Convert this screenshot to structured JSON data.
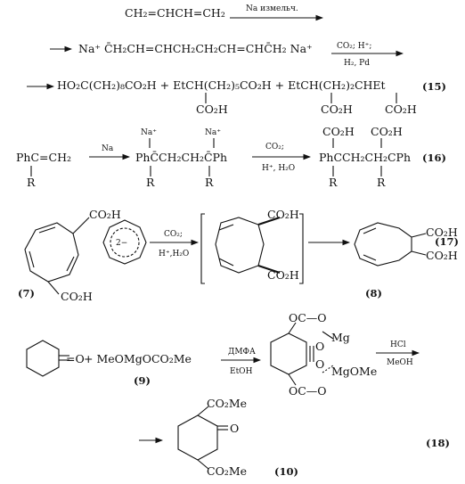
{
  "reaction14": {
    "butadiene": "CH₂=CHCH=CH₂",
    "cond": "Na измельч.",
    "dianion": "Na⁺ C̄H₂CH=CHCH₂CH₂CH=CHC̄H₂ Na⁺",
    "cond2_top": "CO₂;  H⁺;",
    "cond2_bottom": "H₂, Pd",
    "products": "HO₂C(CH₂)₈CO₂H + EtCH(CH₂)₅CO₂H + EtCH(CH₂)₂CHEt",
    "sub_co2h_1": "CO₂H",
    "sub_co2h_2": "CO₂H",
    "sub_co2h_3": "CO₂H",
    "number": "(15)"
  },
  "reaction16": {
    "reactant": "PhC=CH₂",
    "r1": "R",
    "cond1": "Na",
    "na_left": "Na⁺",
    "na_right": "Na⁺",
    "intermediate": "PhC̄CH₂CH₂C̄Ph",
    "r2": "R",
    "r3": "R",
    "cond2_top": "CO₂;",
    "cond2_bottom": "H⁺, H₂O",
    "co2h_left": "CO₂H",
    "co2h_right": "CO₂H",
    "product": "PhCCH₂CH₂CPh",
    "r4": "R",
    "r5": "R",
    "number": "(16)"
  },
  "reaction17": {
    "cot_co2h_top": "CO₂H",
    "cot_co2h_bottom": "CO₂H",
    "label7": "(7)",
    "dianion_charge": "2−",
    "cond_top": "CO₂;",
    "cond_bottom": "H⁺,H₂O",
    "int_co2h_top": "CO₂H",
    "int_co2h_bottom": "CO₂H",
    "prod_co2h_top": "CO₂H",
    "prod_co2h_bottom": "CO₂H",
    "label8": "(8)",
    "number": "(17)"
  },
  "reaction18": {
    "ketone_o": "=O",
    "reagent": "+ MeOMgOCO₂Me",
    "label9": "(9)",
    "cond_top": "ДМФА",
    "cond_bottom": "EtOH",
    "chel_top": "OC—O",
    "chel_mg": "Mg",
    "chel_o1": "O",
    "chel_o2": "O",
    "chel_mgome": "MgOMe",
    "chel_bottom": "OC—O",
    "cond2_top": "HCl",
    "cond2_bottom": "MeOH",
    "prod_top": "CO₂Me",
    "prod_o": "O",
    "prod_bottom": "CO₂Me",
    "label10": "(10)",
    "number": "(18)"
  }
}
